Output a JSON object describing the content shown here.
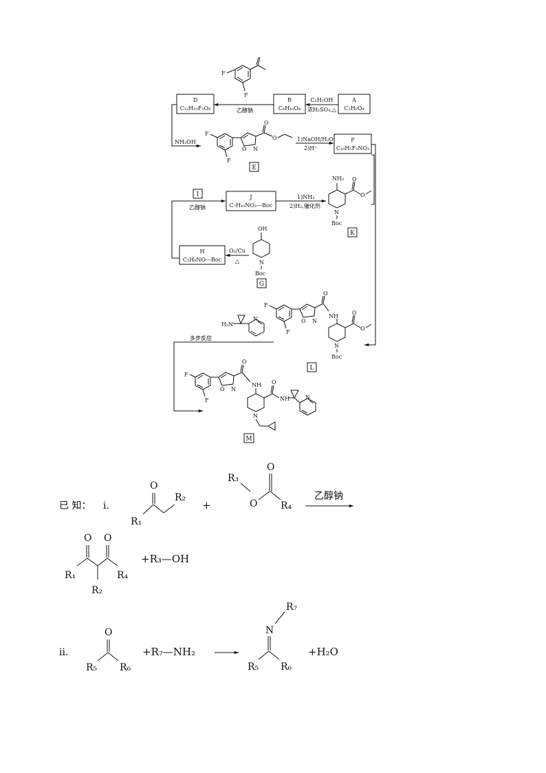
{
  "compounds": {
    "A": {
      "letter": "A",
      "formula": "C₂H₂O₄"
    },
    "B": {
      "letter": "B",
      "formula": "C₆H₁₀O₄"
    },
    "D": {
      "letter": "D",
      "formula": "C₁₂H₁₀F₂O₄"
    },
    "E": {
      "letter": "E"
    },
    "F": {
      "letter": "F",
      "formula": "C₁₀H₅F₂NO₃"
    },
    "G": {
      "letter": "G"
    },
    "H": {
      "letter": "H",
      "formula": "C₅H₈NO—Boc"
    },
    "I": {
      "letter": "I"
    },
    "J": {
      "letter": "J",
      "formula": "C₇H₁₀NO₃—Boc"
    },
    "K": {
      "letter": "K"
    },
    "L": {
      "letter": "L"
    },
    "M": {
      "letter": "M"
    }
  },
  "conditions": {
    "a_to_b_top": "C₂H₅OH",
    "a_to_b_bottom": "浓H₂SO₄,△",
    "b_to_d": "乙醇钠",
    "d_to_e": "NH₂OH",
    "e_to_f_1": "1)NaOH/H₂O",
    "e_to_f_2": "2)H⁺",
    "i_to_j": "乙醇钠",
    "j_to_k_1": "1)NH₃",
    "j_to_k_2": "2)H₂,催化剂",
    "g_to_h_top": "O₂/Cu",
    "g_to_h_bottom": "△",
    "l_to_m": "多步反应"
  },
  "atoms": {
    "F": "F",
    "O": "O",
    "N": "N",
    "OH": "OH",
    "NH": "NH",
    "NH2": "NH₂",
    "H2N": "H₂N",
    "Boc": "Boc"
  },
  "known": {
    "label": "已 知：",
    "rx1": {
      "label": "ⅰ.",
      "reagent": "乙醇钠",
      "plus": "+",
      "byproduct": "+R₃—OH",
      "R1": "R₁",
      "R2": "R₂",
      "R3": "R₃",
      "R4": "R₄",
      "O": "O"
    },
    "rx2": {
      "label": "ⅱ.",
      "amine": "+R₇—NH₂",
      "byproduct": "+H₂O",
      "R5": "R₅",
      "R6": "R₆",
      "R7": "R₇",
      "O": "O",
      "N": "N"
    }
  }
}
